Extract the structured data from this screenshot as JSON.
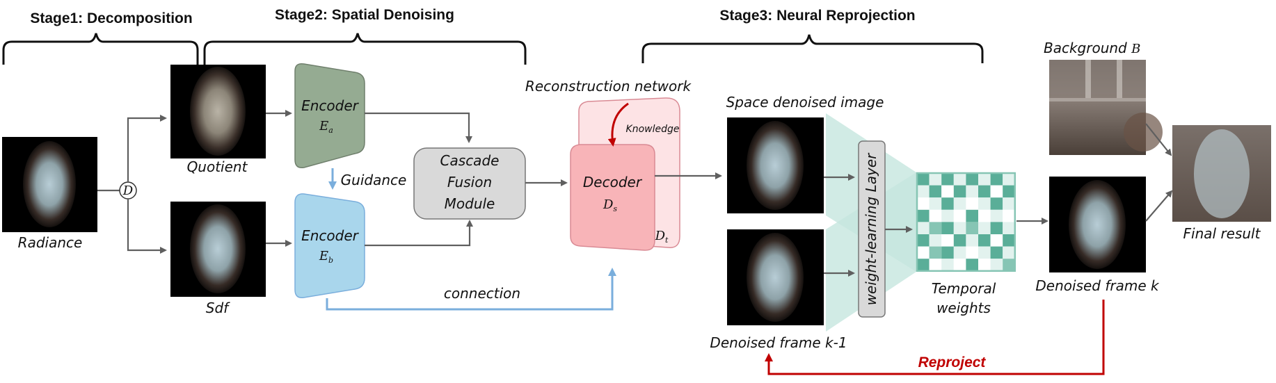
{
  "stages": [
    {
      "title": "Stage1: Decomposition"
    },
    {
      "title": "Stage2: Spatial Denoising"
    },
    {
      "title": "Stage3: Neural Reprojection"
    }
  ],
  "images": {
    "radiance": {
      "label": "Radiance"
    },
    "quotient": {
      "label": "Quotient"
    },
    "sdf": {
      "label": "Sdf"
    },
    "space_denoised": {
      "label": "Space denoised image"
    },
    "prev_frame": {
      "label": "Denoised frame k-1"
    },
    "background": {
      "label": "Background",
      "symbol": "B"
    },
    "current_frame": {
      "label": "Denoised frame k"
    },
    "final": {
      "label": "Final result"
    }
  },
  "decompose_node": {
    "symbol": "D"
  },
  "encoder_a": {
    "label": "Encoder",
    "symbol": "E",
    "subscript": "a",
    "color": "#95ab92"
  },
  "encoder_b": {
    "label": "Encoder",
    "symbol": "E",
    "subscript": "b",
    "color": "#a9d6ec"
  },
  "fusion": {
    "line1": "Cascade",
    "line2": "Fusion",
    "line3": "Module",
    "color": "#d9d9d9"
  },
  "reconstruction": {
    "title": "Reconstruction network",
    "knowledge_label": "Knowledge",
    "decoder_label": "Decoder",
    "decoder_symbol": "D",
    "decoder_sub": "s",
    "teacher_symbol": "D",
    "teacher_sub": "t",
    "decoder_color": "#f8b4b8",
    "teacher_color": "#fde3e5"
  },
  "edge_labels": {
    "guidance": "Guidance",
    "connection": "connection",
    "reproject": "Reproject"
  },
  "weight_layer": {
    "label": "weight-learning Layer"
  },
  "temporal_weights": {
    "line1": "Temporal",
    "line2": "weights",
    "grid": [
      [
        "D",
        "L",
        "D",
        "L",
        "D",
        "L",
        "D",
        "L"
      ],
      [
        "L",
        "D",
        "W",
        "D",
        "L",
        "D",
        "W",
        "D"
      ],
      [
        "W",
        "L",
        "D",
        "L",
        "W",
        "L",
        "D",
        "L"
      ],
      [
        "D",
        "W",
        "L",
        "W",
        "D",
        "W",
        "L",
        "W"
      ],
      [
        "L",
        "M",
        "D",
        "L",
        "M",
        "L",
        "D",
        "L"
      ],
      [
        "D",
        "L",
        "W",
        "D",
        "L",
        "D",
        "W",
        "D"
      ],
      [
        "W",
        "M",
        "D",
        "L",
        "W",
        "L",
        "D",
        "L"
      ],
      [
        "D",
        "W",
        "L",
        "W",
        "D",
        "W",
        "L",
        "M"
      ]
    ],
    "colors": {
      "D": "#5aae98",
      "M": "#86c5b4",
      "L": "#e2f2ee",
      "W": "#ffffff"
    }
  },
  "colors": {
    "arrow": "#5f5f5f",
    "blue_arrow": "#7aaedc",
    "red_arrow": "#c00000",
    "teal_fan": "#c6e6de"
  }
}
